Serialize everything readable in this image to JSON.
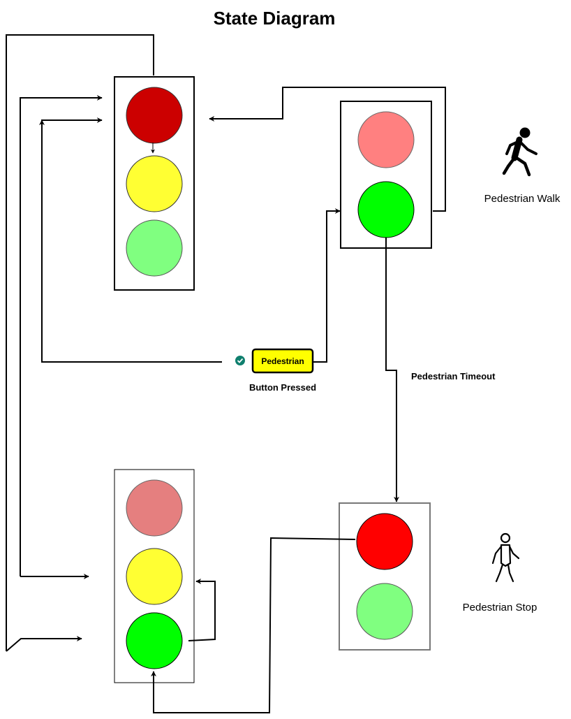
{
  "title": "State Diagram",
  "pedestrian_walk_label": "Pedestrian  Walk",
  "pedestrian_stop_label": "Pedestrian  Stop",
  "pedestrian_button_label": "Pedestrian",
  "button_pressed_label": "Button Pressed",
  "pedestrian_timeout_label": "Pedestrian Timeout",
  "icons": {
    "walk": "pedestrian-walk-icon",
    "stop": "pedestrian-stop-icon",
    "check": "check-circle-icon"
  },
  "colors": {
    "red": "#cc0000",
    "red_bright": "#ff0000",
    "red_dim": "#ff8080",
    "red_dim2": "#e57f7f",
    "yellow": "#ffff33",
    "green": "#00ff00",
    "green_dim": "#80ff80",
    "button_fill": "#ffff00",
    "check": "#0f7f6e"
  }
}
